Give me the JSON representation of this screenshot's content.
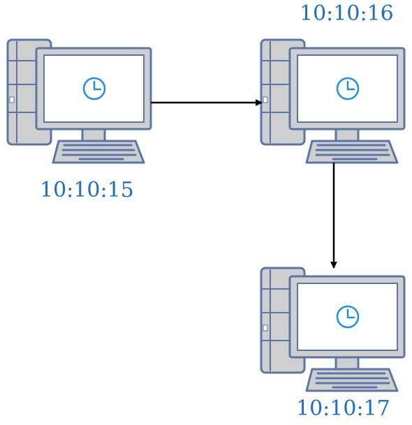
{
  "colors": {
    "outline": "#5a76a8",
    "case_fill": "#cfcfcf",
    "screen_fill": "#ffffff",
    "clock": "#1f8fe0",
    "label_text": "#1f6fc0",
    "arrow": "#000000"
  },
  "nodes": [
    {
      "id": "left",
      "time": "10:10:15",
      "icon": "desktop-computer-icon"
    },
    {
      "id": "right",
      "time": "10:10:16",
      "icon": "desktop-computer-icon"
    },
    {
      "id": "bottom",
      "time": "10:10:17",
      "icon": "desktop-computer-icon"
    }
  ],
  "edges": [
    {
      "from": "left",
      "to": "right"
    },
    {
      "from": "right",
      "to": "bottom"
    }
  ]
}
